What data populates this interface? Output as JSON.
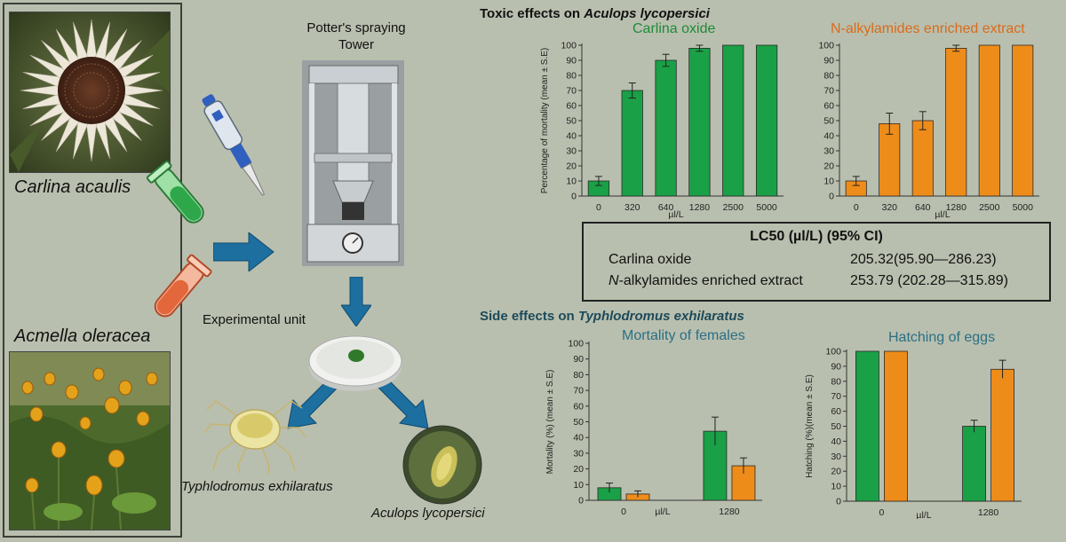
{
  "left": {
    "plant1_label": "Carlina acaulis",
    "plant2_label": "Acmella oleracea"
  },
  "middle": {
    "tower_title": "Potter's spraying Tower",
    "experimental_unit": "Experimental unit",
    "mite1_label": "Typhlodromus exhilaratus",
    "mite2_label": "Aculops lycopersici"
  },
  "toxic": {
    "title_prefix": "Toxic effects on ",
    "title_species": "Aculops lycopersici"
  },
  "side": {
    "title_prefix": "Side effects on ",
    "title_species": "Typhlodromus exhilaratus"
  },
  "lc50": {
    "title": "LC50 (µl/L) (95% CI)",
    "rows": [
      {
        "name": "Carlina oxide",
        "value": "205.32(95.90—286.23)"
      },
      {
        "name_italic": "N",
        "name_rest": "-alkylamides enriched extract",
        "value": "253.79 (202.28—315.89)"
      }
    ]
  },
  "colors": {
    "green": "#1aa046",
    "orange": "#ee8c1a",
    "background": "#b9bfae"
  },
  "chart_data": [
    {
      "type": "bar",
      "title": "Carlina oxide",
      "ylabel": "Percentage of mortality (mean ± S.E)",
      "xlabel": "µl/L",
      "categories": [
        "0",
        "320",
        "640",
        "1280",
        "2500",
        "5000"
      ],
      "values": [
        10,
        70,
        90,
        98,
        100,
        100
      ],
      "errors": [
        3,
        5,
        4,
        2,
        0,
        0
      ],
      "color": "#1aa046",
      "ylim": [
        0,
        100
      ],
      "yticks": [
        0,
        10,
        20,
        30,
        40,
        50,
        60,
        70,
        80,
        90,
        100
      ]
    },
    {
      "type": "bar",
      "title": "N-alkylamides enriched extract",
      "ylabel": "",
      "xlabel": "µl/L",
      "categories": [
        "0",
        "320",
        "640",
        "1280",
        "2500",
        "5000"
      ],
      "values": [
        10,
        48,
        50,
        98,
        100,
        100
      ],
      "errors": [
        3,
        7,
        6,
        2,
        0,
        0
      ],
      "color": "#ee8c1a",
      "ylim": [
        0,
        100
      ],
      "yticks": [
        0,
        10,
        20,
        30,
        40,
        50,
        60,
        70,
        80,
        90,
        100
      ]
    },
    {
      "type": "bar",
      "title": "Mortality of females",
      "ylabel": "Mortality (%) (mean ± S.E)",
      "xlabel": "µl/L",
      "categories": [
        "0",
        "1280"
      ],
      "series": [
        {
          "values": [
            8,
            44
          ],
          "errors": [
            3,
            9
          ],
          "color": "#1aa046"
        },
        {
          "values": [
            4,
            22
          ],
          "errors": [
            2,
            5
          ],
          "color": "#ee8c1a"
        }
      ],
      "ylim": [
        0,
        100
      ],
      "yticks": [
        0,
        10,
        20,
        30,
        40,
        50,
        60,
        70,
        80,
        90,
        100
      ]
    },
    {
      "type": "bar",
      "title": "Hatching of eggs",
      "ylabel": "Hatching (%)(mean ± S.E)",
      "xlabel": "µl/L",
      "categories": [
        "0",
        "1280"
      ],
      "series": [
        {
          "values": [
            100,
            50
          ],
          "errors": [
            0,
            4
          ],
          "color": "#1aa046"
        },
        {
          "values": [
            100,
            88
          ],
          "errors": [
            0,
            6
          ],
          "color": "#ee8c1a"
        }
      ],
      "ylim": [
        0,
        100
      ],
      "yticks": [
        0,
        10,
        20,
        30,
        40,
        50,
        60,
        70,
        80,
        90,
        100
      ]
    }
  ]
}
